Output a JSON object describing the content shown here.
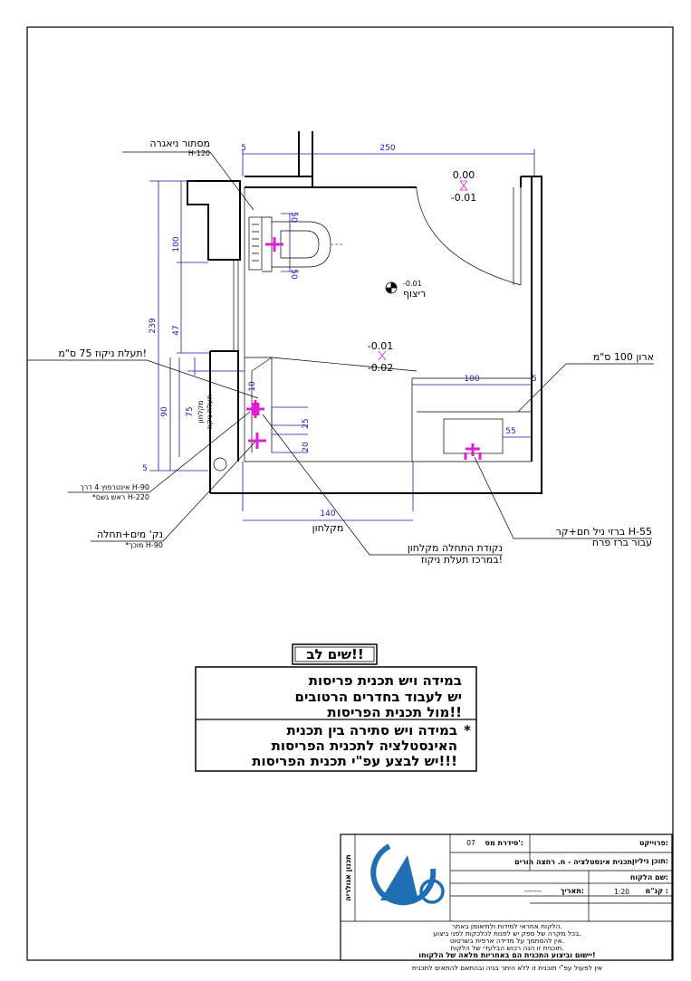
{
  "labels": {
    "concealed_flush": "מסתור ניאגרה",
    "concealed_flush_h": "H-120",
    "cleaning_channel": "תעלת ניקוז 75 ס\"מ!",
    "wardrobe": "ארון 100 ס\"מ",
    "intercom": "אינטרפוץ 4 דרך H-90",
    "rain_head": "*ראש גשם H-220",
    "water_points": "נק' מים+תחלה",
    "water_points_h": "*מוכך H-90",
    "shower_label_bottom": "מקלחון",
    "shower_label_side": "מקלחון",
    "channel_side": "תעלת ניקוז",
    "start_point_1": "נקודת התחלה מקלחון",
    "start_point_2": "במרכז תעלת ניקוז!",
    "faucet_1": "ברזי ניל חם+קר H-55",
    "faucet_2": "עבור ברז פרח",
    "floor": "ריצוף",
    "floor_lvl": "-0.01",
    "lvl_door_top": "0.00",
    "lvl_door_bottom": "-0.01",
    "lvl_shower_top": "-0.01",
    "lvl_shower_bottom": "-0.02"
  },
  "dims": {
    "d250": "250",
    "d5a": "5",
    "d239": "239",
    "d100a": "100",
    "d47": "47",
    "d90": "90",
    "d75": "75",
    "d10": "10",
    "d25": "25",
    "d20": "20",
    "d5b": "5",
    "d140": "140",
    "d50a": "50",
    "d50b": "50",
    "d100b": "100",
    "d55": "55",
    "d5c": "5"
  },
  "note": {
    "title": "שים לב!!",
    "line1": "במידה ויש תכנית פריסות",
    "line2": "יש לעבוד בחדרים הרטובים",
    "line3": "מול תכנית הפריסות!!",
    "star": "*",
    "line4": "במידה ויש סתירה בין תכנית",
    "line5": "האינסטלציה לתכנית הפריסות",
    "line6": "יש לבצע עפ\"י תכנית הפריסות!!!"
  },
  "titleblock": {
    "side_label": "תכנון אגולריה",
    "project_label": "פרוייקט:",
    "project_value": "",
    "plan_label": "תוכן גיליון:",
    "plan_value": "תכנית אינסטלציה - ח. רחצה הורים",
    "client_label": "שם הלקוח:",
    "client_value": "",
    "series_label": "סידרת מס':",
    "series_value": "07",
    "date_label": "תאריך:",
    "date_value": "-------",
    "scale_label": "קנ\"מ :",
    "scale_value": "1:20",
    "fine1": "הלקוח אחראי למידות ולתיאומן באתר.",
    "fine2": "בכל מקרה של ספק יש לפנות לכלכקות לפני ביצוע.",
    "fine3": "אין להסתמך על מדידה ארפית בשרטוט.",
    "fine4": "תוכנית זו הנה רכוש הבלעדי של הלקוח.",
    "bold_line": "יישום וביצוע התכנית הם באחריות מלאה של הלקוחו!",
    "fine5": "אין לפעול עפ\"י תוכנית זו ללא היתר בניה ובהתאם להתאים לתכנית"
  },
  "colors": {
    "dimension": "#1a1aa8",
    "plumbing_point": "#e020d0",
    "logo_blue": "#1f6fb2"
  }
}
